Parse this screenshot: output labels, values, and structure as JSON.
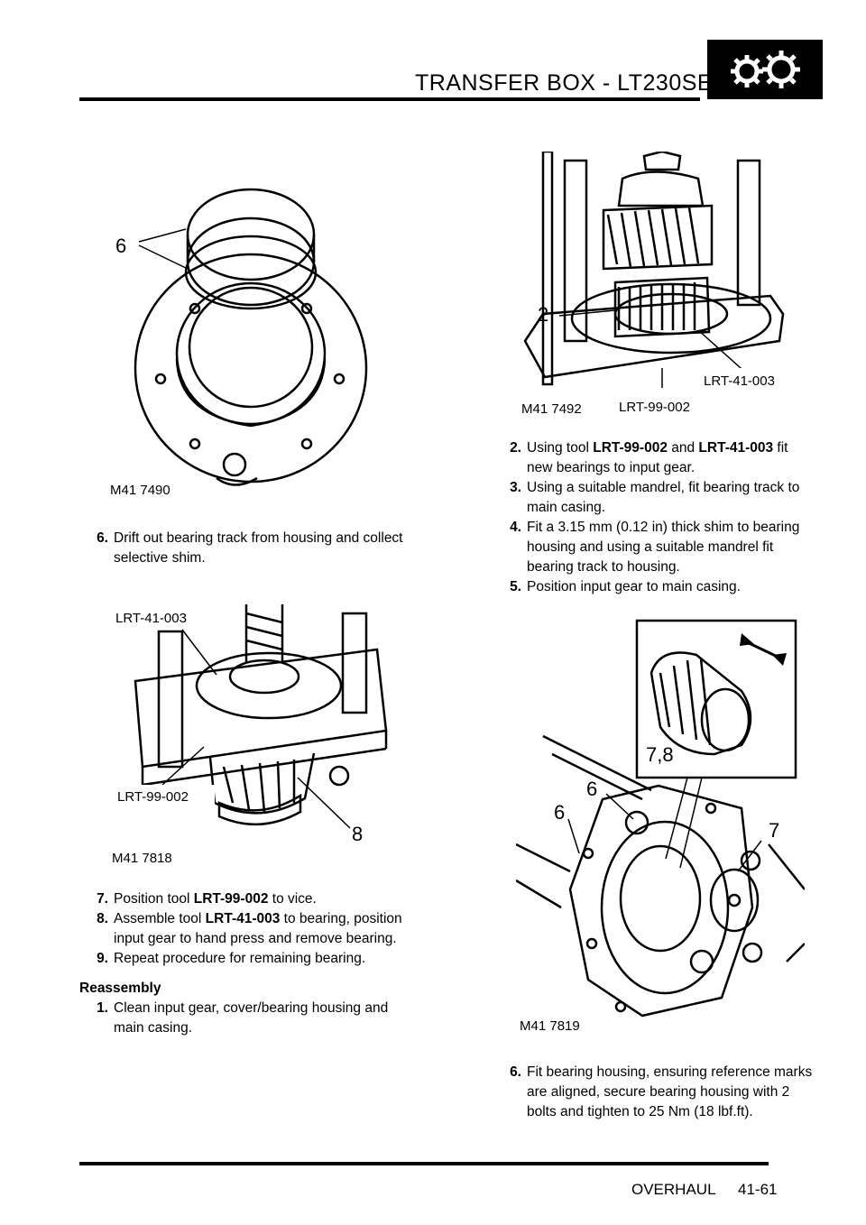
{
  "header": {
    "title": "TRANSFER BOX - LT230SE"
  },
  "footer": {
    "section": "OVERHAUL",
    "page": "41-61"
  },
  "figures": {
    "fig1": {
      "label": "M41 7490",
      "callouts": [
        "6"
      ]
    },
    "fig2": {
      "label": "M41 7818",
      "tools": [
        "LRT-41-003",
        "LRT-99-002"
      ],
      "callouts": [
        "8"
      ]
    },
    "fig3": {
      "label": "M41 7492",
      "tools": [
        "LRT-41-003",
        "LRT-99-002"
      ],
      "callouts": [
        "2"
      ]
    },
    "fig4": {
      "label": "M41 7819",
      "callouts": [
        "7,8",
        "6",
        "6",
        "7"
      ]
    }
  },
  "left_steps_a": [
    {
      "num": "6.",
      "lines": [
        "Drift out bearing track from housing and  collect",
        "selective shim."
      ]
    }
  ],
  "left_steps_b": [
    {
      "num": "7.",
      "pre": "Position tool ",
      "bold": "LRT-99-002",
      "post": " to vice."
    },
    {
      "num": "8.",
      "pre": "Assemble tool ",
      "bold": "LRT-41-003",
      "post": " to bearing,  position",
      "line2": "input gear to hand press and  remove bearing."
    },
    {
      "num": "9.",
      "text": "Repeat procedure for remaining bearing."
    }
  ],
  "reassembly": {
    "heading": "Reassembly",
    "steps": [
      {
        "num": "1.",
        "lines": [
          "Clean input gear, cover/bearing housing  and",
          "main casing."
        ]
      }
    ]
  },
  "right_steps": [
    {
      "num": "2.",
      "pre": "Using tool ",
      "bold1": "LRT-99-002",
      "mid": "  and ",
      "bold2": "LRT-41-003",
      "post": "  fit",
      "line2": "new bearings to input gear."
    },
    {
      "num": "3.",
      "lines": [
        "Using a suitable mandrel, fit bearing  track to",
        "main casing."
      ]
    },
    {
      "num": "4.",
      "lines": [
        "Fit a 3.15 mm (0.12 in) thick shim to  bearing",
        "housing and using a suitable  mandrel fit",
        "bearing track to housing."
      ]
    },
    {
      "num": "5.",
      "lines": [
        "Position input gear to main casing."
      ]
    }
  ],
  "right_steps_b": [
    {
      "num": "6.",
      "lines": [
        "Fit bearing housing, ensuring reference  marks",
        "are aligned, secure bearing housing with  2",
        "bolts and tighten to 25 Nm (18 lbf.ft)."
      ]
    }
  ]
}
